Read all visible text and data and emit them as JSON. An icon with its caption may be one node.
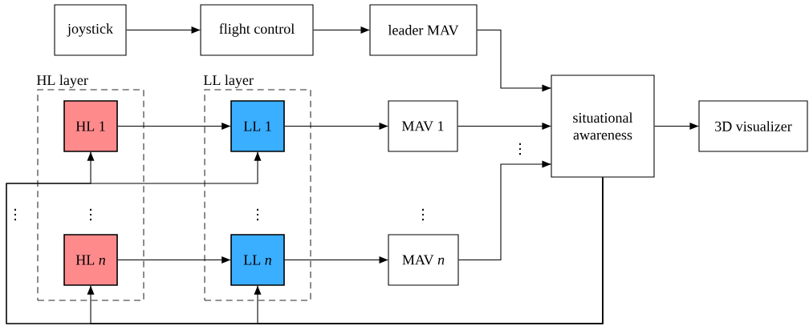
{
  "diagram": {
    "nodes": [
      {
        "text": [
          "joystick"
        ]
      },
      {
        "text": [
          "flight control"
        ]
      },
      {
        "text": [
          "leader MAV"
        ]
      },
      {
        "text": [
          "HL layer"
        ]
      },
      {
        "text": [
          "HL 1"
        ],
        "in": 3
      },
      {
        "text": [
          "HL *n*"
        ],
        "in": 3
      },
      {
        "text": [
          "LL layer"
        ]
      },
      {
        "text": [
          "LL 1"
        ],
        "in": 6
      },
      {
        "text": [
          "LL *n*"
        ],
        "in": 6
      },
      {
        "text": [
          "MAV 1"
        ]
      },
      {
        "text": [
          "MAV *n*"
        ]
      },
      {
        "text": [
          "situational awareness"
        ]
      },
      {
        "text": [
          "3D visualizer"
        ]
      }
    ],
    "edges": [
      {
        "from": 0,
        "to": 1,
        "arrow": "to"
      },
      {
        "from": 1,
        "to": 2,
        "arrow": "to"
      },
      {
        "from": 2,
        "to": 11,
        "arrow": "to"
      },
      {
        "from": 4,
        "to": 7,
        "arrow": "to"
      },
      {
        "from": 7,
        "to": 9,
        "arrow": "to"
      },
      {
        "from": 9,
        "to": 11,
        "arrow": "to"
      },
      {
        "from": 5,
        "to": 8,
        "arrow": "to"
      },
      {
        "from": 8,
        "to": 10,
        "arrow": "to"
      },
      {
        "from": 10,
        "to": 11,
        "arrow": "to"
      },
      {
        "from": 11,
        "to": 12,
        "arrow": "to"
      },
      {
        "from": 11,
        "to": 4,
        "arrow": "to"
      },
      {
        "from": 11,
        "to": 7,
        "arrow": "to"
      },
      {
        "from": 11,
        "to": 5,
        "arrow": "to"
      },
      {
        "from": 11,
        "to": 8,
        "arrow": "to"
      }
    ],
    "labels": [
      "⋮",
      "⋮",
      "⋮",
      "⋮",
      "⋮"
    ]
  }
}
